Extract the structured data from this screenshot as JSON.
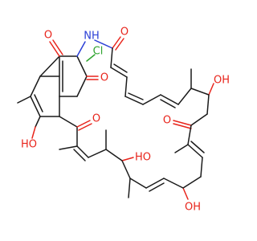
{
  "molecule": {
    "colors": {
      "carbon": "#1a1a1a",
      "oxygen": "#e8241b",
      "nitrogen": "#2a3fd6",
      "chlorine": "#2ea32e",
      "background": "#ffffff"
    },
    "labels": {
      "nh": "NH",
      "cl": "Cl",
      "o_top_amide": "O",
      "o_quinone_top": "O",
      "o_quinone_right": "O",
      "oh_phenol": "HO",
      "o_ketone_aryl": "O",
      "o_ketone_ring": "O",
      "oh_right": "OH",
      "oh_middle": "HO",
      "oh_bottom": "OH"
    }
  }
}
